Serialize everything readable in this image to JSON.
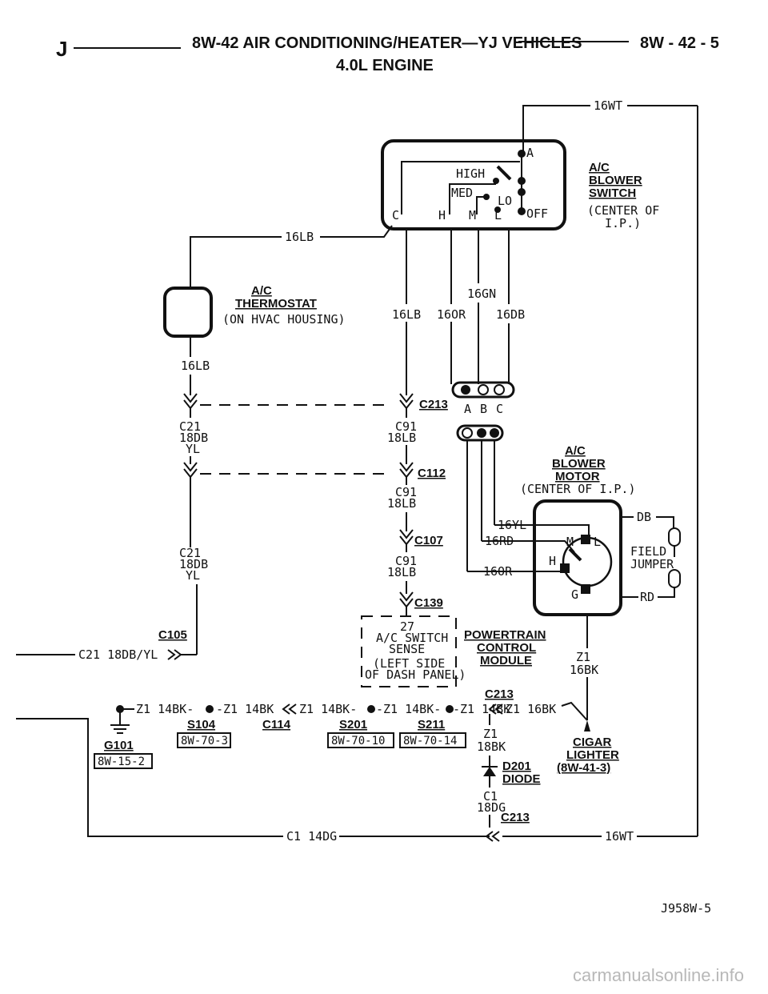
{
  "header": {
    "left_letter": "J",
    "title": "8W-42 AIR CONDITIONING/HEATER—YJ VEHICLES",
    "page": "8W - 42 - 5",
    "subtitle": "4.0L ENGINE"
  },
  "blower_switch": {
    "title": [
      "A/C",
      "BLOWER",
      "SWITCH"
    ],
    "location": [
      "(CENTER OF",
      "I.P.)"
    ],
    "high": "HIGH",
    "med": "MED",
    "lo": "LO",
    "off": "OFF",
    "a": "A",
    "terminals": [
      "C",
      "H",
      "M",
      "L"
    ]
  },
  "thermostat": {
    "title": [
      "A/C",
      "THERMOSTAT"
    ],
    "location": "(ON HVAC HOUSING)"
  },
  "blower_motor": {
    "title": [
      "A/C",
      "BLOWER",
      "MOTOR"
    ],
    "location": "(CENTER OF I.P.)",
    "terminals": {
      "m": "M",
      "l": "L",
      "h": "H",
      "g": "G"
    },
    "field_jumper": [
      "FIELD",
      "JUMPER"
    ],
    "db": "DB",
    "rd": "RD"
  },
  "pcm": {
    "box": [
      "27",
      "A/C SWITCH",
      "SENSE",
      "(LEFT SIDE",
      "OF DASH PANEL)"
    ],
    "title": [
      "POWERTRAIN",
      "CONTROL",
      "MODULE"
    ]
  },
  "cigar": [
    "CIGAR",
    "LIGHTER",
    "(8W-41-3)"
  ],
  "wires": {
    "w16wt_top": "16WT",
    "w16lb_top": "16LB",
    "w16lb_left": "16LB",
    "w16gn": "16GN",
    "w16lb_mid": "16LB",
    "w16or": "16OR",
    "w16db": "16DB",
    "c21_a": [
      "C21",
      "18DB",
      "YL"
    ],
    "c91_a": [
      "C91",
      "18LB"
    ],
    "c91_b": [
      "C91",
      "18LB"
    ],
    "c91_c": [
      "C91",
      "18LB"
    ],
    "c21_b": [
      "C21",
      "18DB",
      "YL"
    ],
    "w16yl": "16YL",
    "w16rd": "16RD",
    "w16or2": "16OR",
    "c21_bottom": "C21 18DB/YL",
    "z1_16bk": [
      "Z1",
      "16BK"
    ],
    "z1_18bk": [
      "Z1",
      "18BK"
    ],
    "c1_18dg": [
      "C1",
      "18DG"
    ],
    "c1_14dg": "C1 14DG",
    "w16wt_bottom": "16WT",
    "z1_row": [
      "Z1 14BK-",
      "-Z1 14BK",
      "Z1 14BK-",
      "-Z1 14BK-",
      "-Z1 14BK",
      "Z1 16BK"
    ]
  },
  "connectors": {
    "c213_a": "C213",
    "abc": [
      "A",
      "B",
      "C"
    ],
    "c112": "C112",
    "c107": "C107",
    "c139": "C139",
    "c105": "C105",
    "c213_b": "C213",
    "c213_c": "C213"
  },
  "splices": {
    "s104": "S104",
    "c114": "C114",
    "s201": "S201",
    "s211": "S211"
  },
  "refs": {
    "r8w_70_3": "8W-70-3",
    "r8w_70_10": "8W-70-10",
    "r8w_70_14": "8W-70-14",
    "r8w_15_2": "8W-15-2"
  },
  "ground": "G101",
  "diode": [
    "D201",
    "DIODE"
  ],
  "figure_id": "J958W-5",
  "watermark": "carmanualsonline.info"
}
